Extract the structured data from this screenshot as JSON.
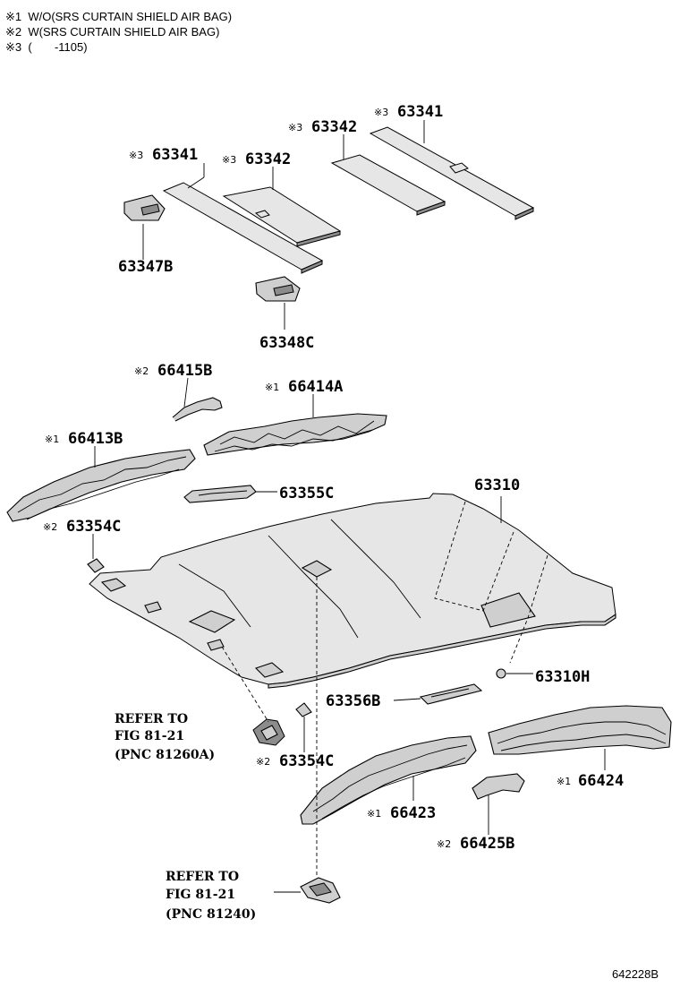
{
  "legend": {
    "note1": "※1  W/O(SRS CURTAIN SHIELD AIR BAG)",
    "note2": "※2  W(SRS CURTAIN SHIELD AIR BAG)",
    "note3": "※3  (       -1105)"
  },
  "marks": {
    "m1": "※1",
    "m2": "※2",
    "m3": "※3"
  },
  "labels": {
    "p63341_front": "63341",
    "p63342_front": "63342",
    "p63342_rear": "63342",
    "p63341_rear": "63341",
    "p63347B": "63347B",
    "p63348C": "63348C",
    "p66415B": "66415B",
    "p66414A": "66414A",
    "p66413B": "66413B",
    "p63355C": "63355C",
    "p63310": "63310",
    "p63354C_upper": "63354C",
    "p63310H": "63310H",
    "p63356B": "63356B",
    "p63354C_lower": "63354C",
    "p66424": "66424",
    "p66423": "66423",
    "p66425B": "66425B"
  },
  "refs": {
    "ref1_line1": "REFER TO",
    "ref1_line2": "FIG 81-21",
    "ref1_line3": "(PNC 81260A)",
    "ref2_line1": "REFER TO",
    "ref2_line2": "FIG 81-21",
    "ref2_line3": "(PNC 81240)"
  },
  "figure_code": "642228B"
}
